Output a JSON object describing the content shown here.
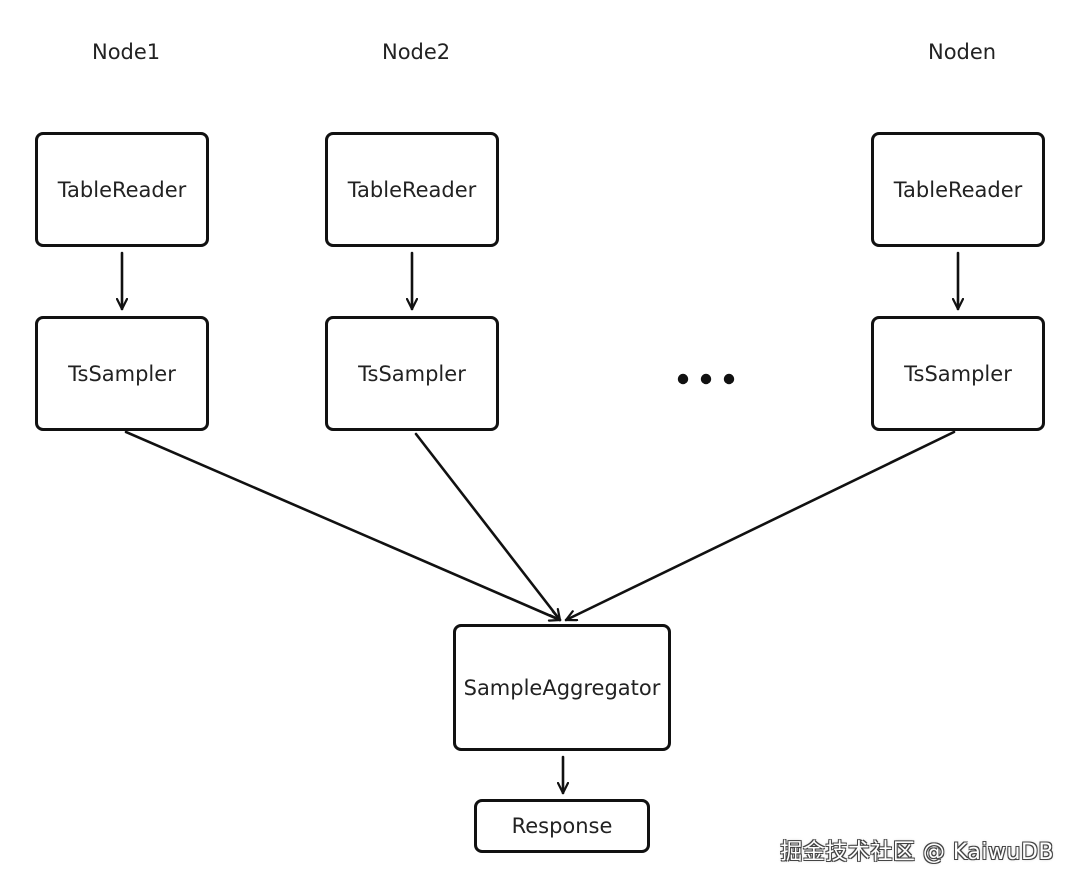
{
  "nodes": {
    "node1": {
      "label": "Node1",
      "reader": "TableReader",
      "sampler": "TsSampler"
    },
    "node2": {
      "label": "Node2",
      "reader": "TableReader",
      "sampler": "TsSampler"
    },
    "noden": {
      "label": "Noden",
      "reader": "TableReader",
      "sampler": "TsSampler"
    }
  },
  "aggregator": {
    "label": "SampleAggregator"
  },
  "response": {
    "label": "Response"
  },
  "watermark": "掘金技术社区 @ KaiwuDB",
  "colors": {
    "stroke": "#111111",
    "text": "#222222",
    "background": "#ffffff"
  }
}
